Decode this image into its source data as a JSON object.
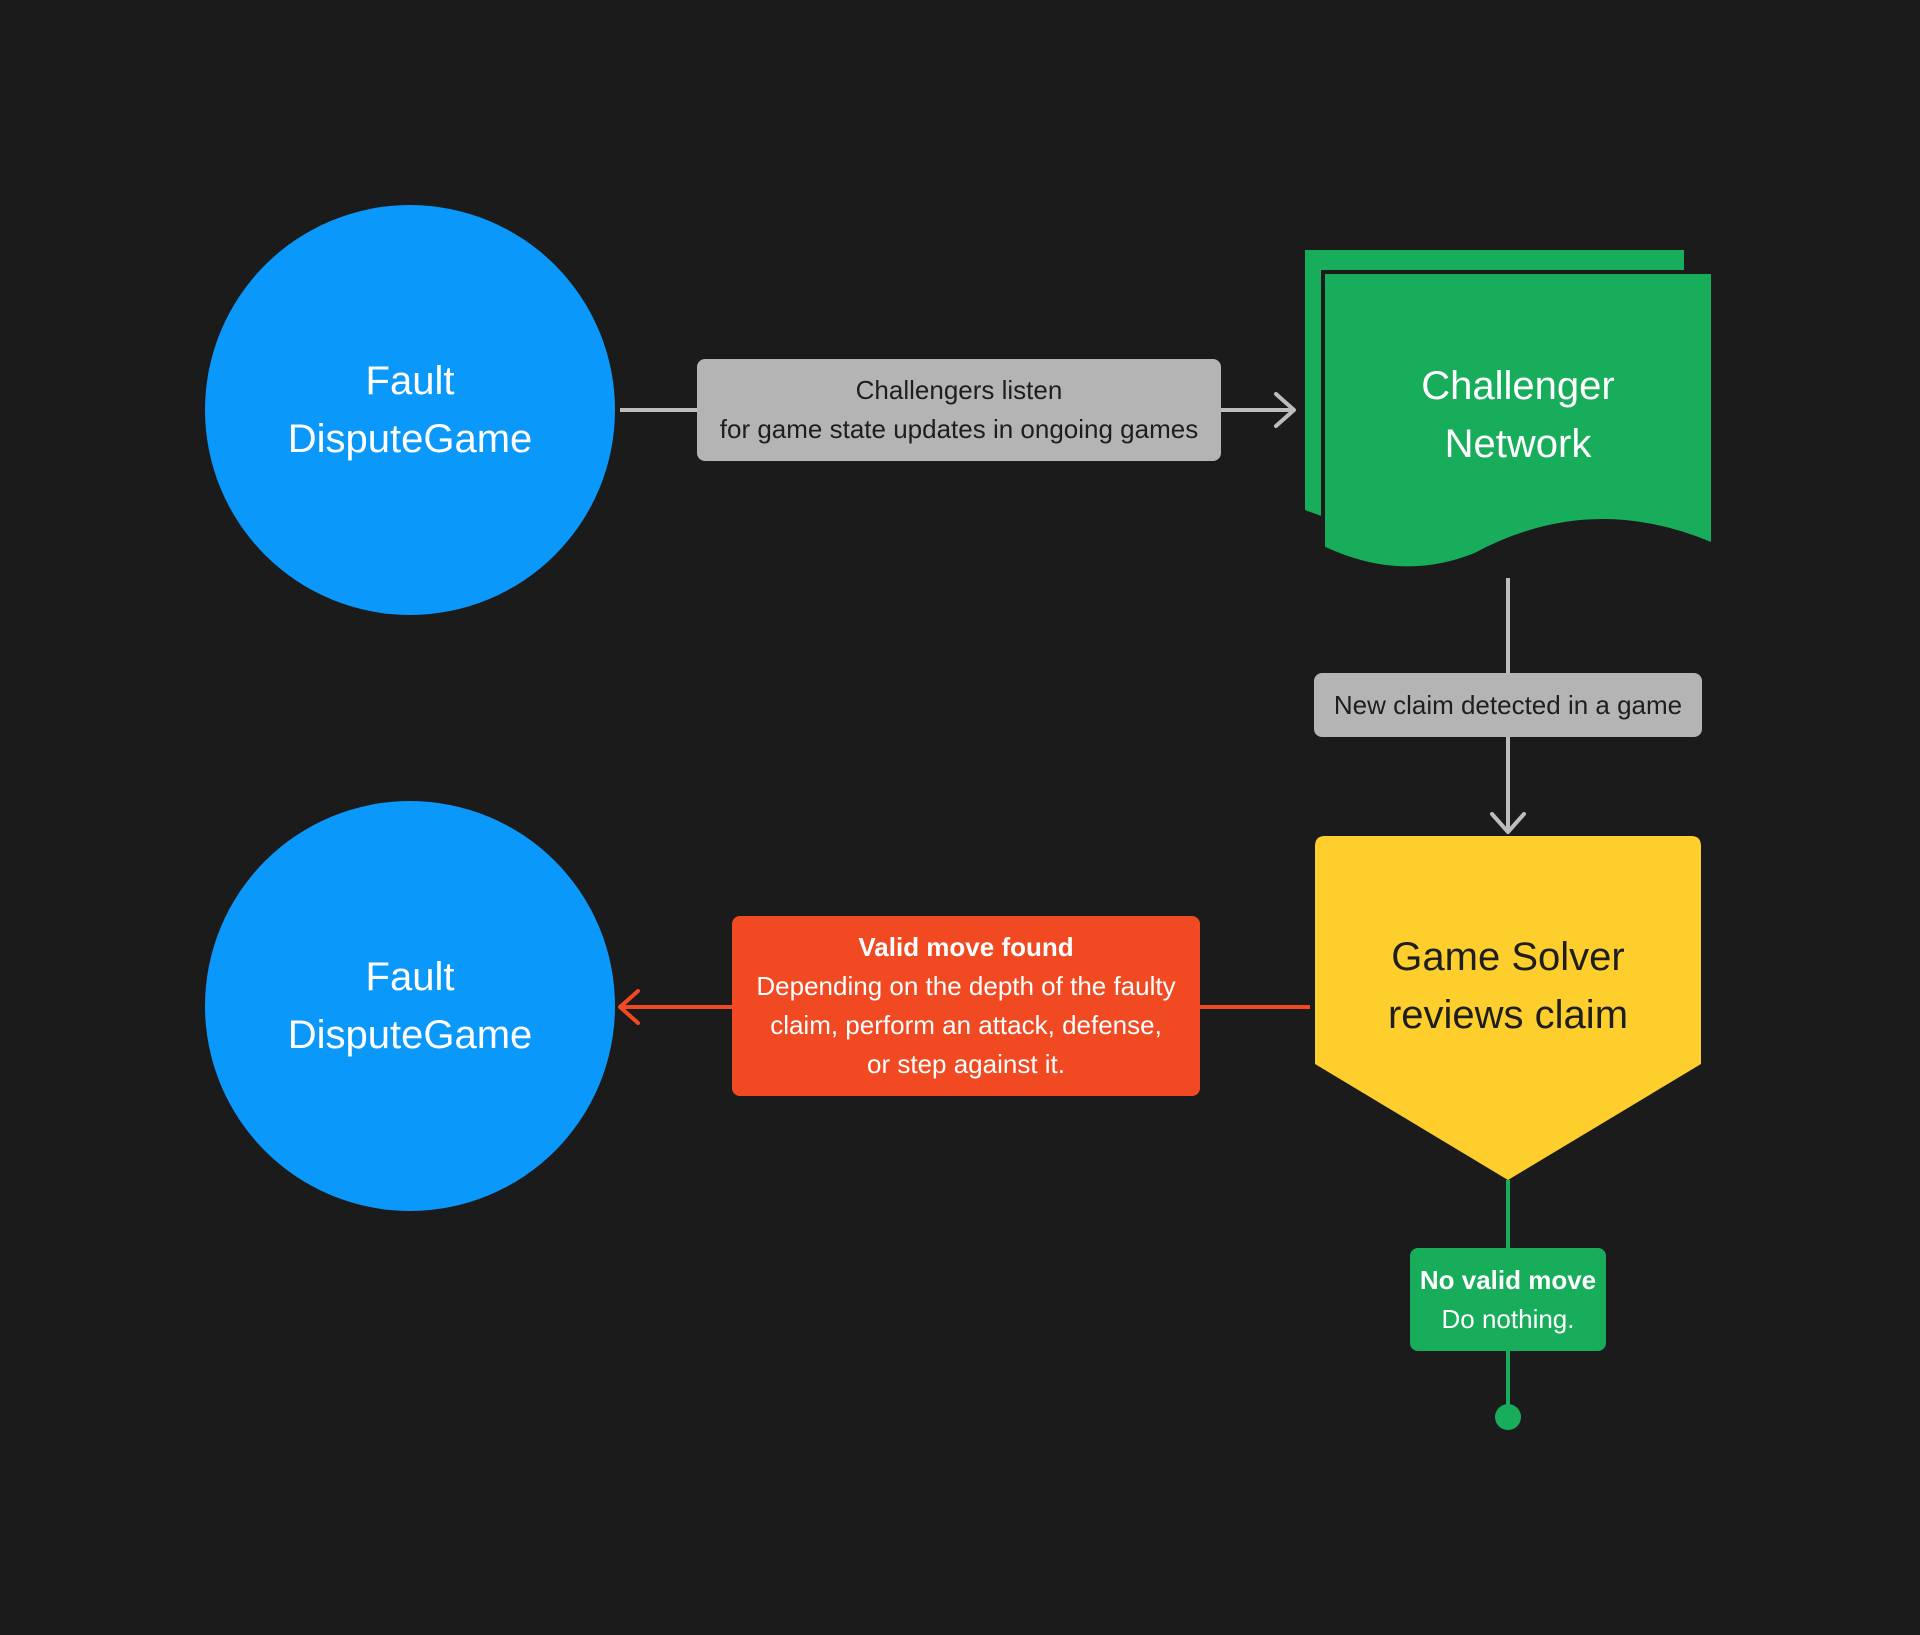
{
  "nodes": {
    "fault_top": {
      "lines": [
        "Fault",
        "DisputeGame"
      ]
    },
    "challenger": {
      "lines": [
        "Challenger",
        "Network"
      ]
    },
    "solver": {
      "lines": [
        "Game Solver",
        "reviews claim"
      ]
    },
    "fault_bottom": {
      "lines": [
        "Fault",
        "DisputeGame"
      ]
    }
  },
  "edges": {
    "listen": {
      "lines": [
        "Challengers listen",
        "for game state updates in ongoing games"
      ]
    },
    "new_claim": {
      "lines": [
        "New claim detected in a game"
      ]
    },
    "valid_move": {
      "title": "Valid move found",
      "lines": [
        "Depending on the depth of the faulty",
        "claim, perform an attack, defense,",
        "or step against it."
      ]
    },
    "no_valid_move": {
      "title": "No valid move",
      "lines": [
        "Do nothing."
      ]
    }
  },
  "colors": {
    "background": "#1b1b1c",
    "circle": "#0b98fb",
    "challenger": "#17ad5a",
    "solver": "#fecf2c",
    "connector_gray": "#bdbdbd",
    "connector_red": "#f14a23",
    "connector_green": "#17ad5a"
  }
}
